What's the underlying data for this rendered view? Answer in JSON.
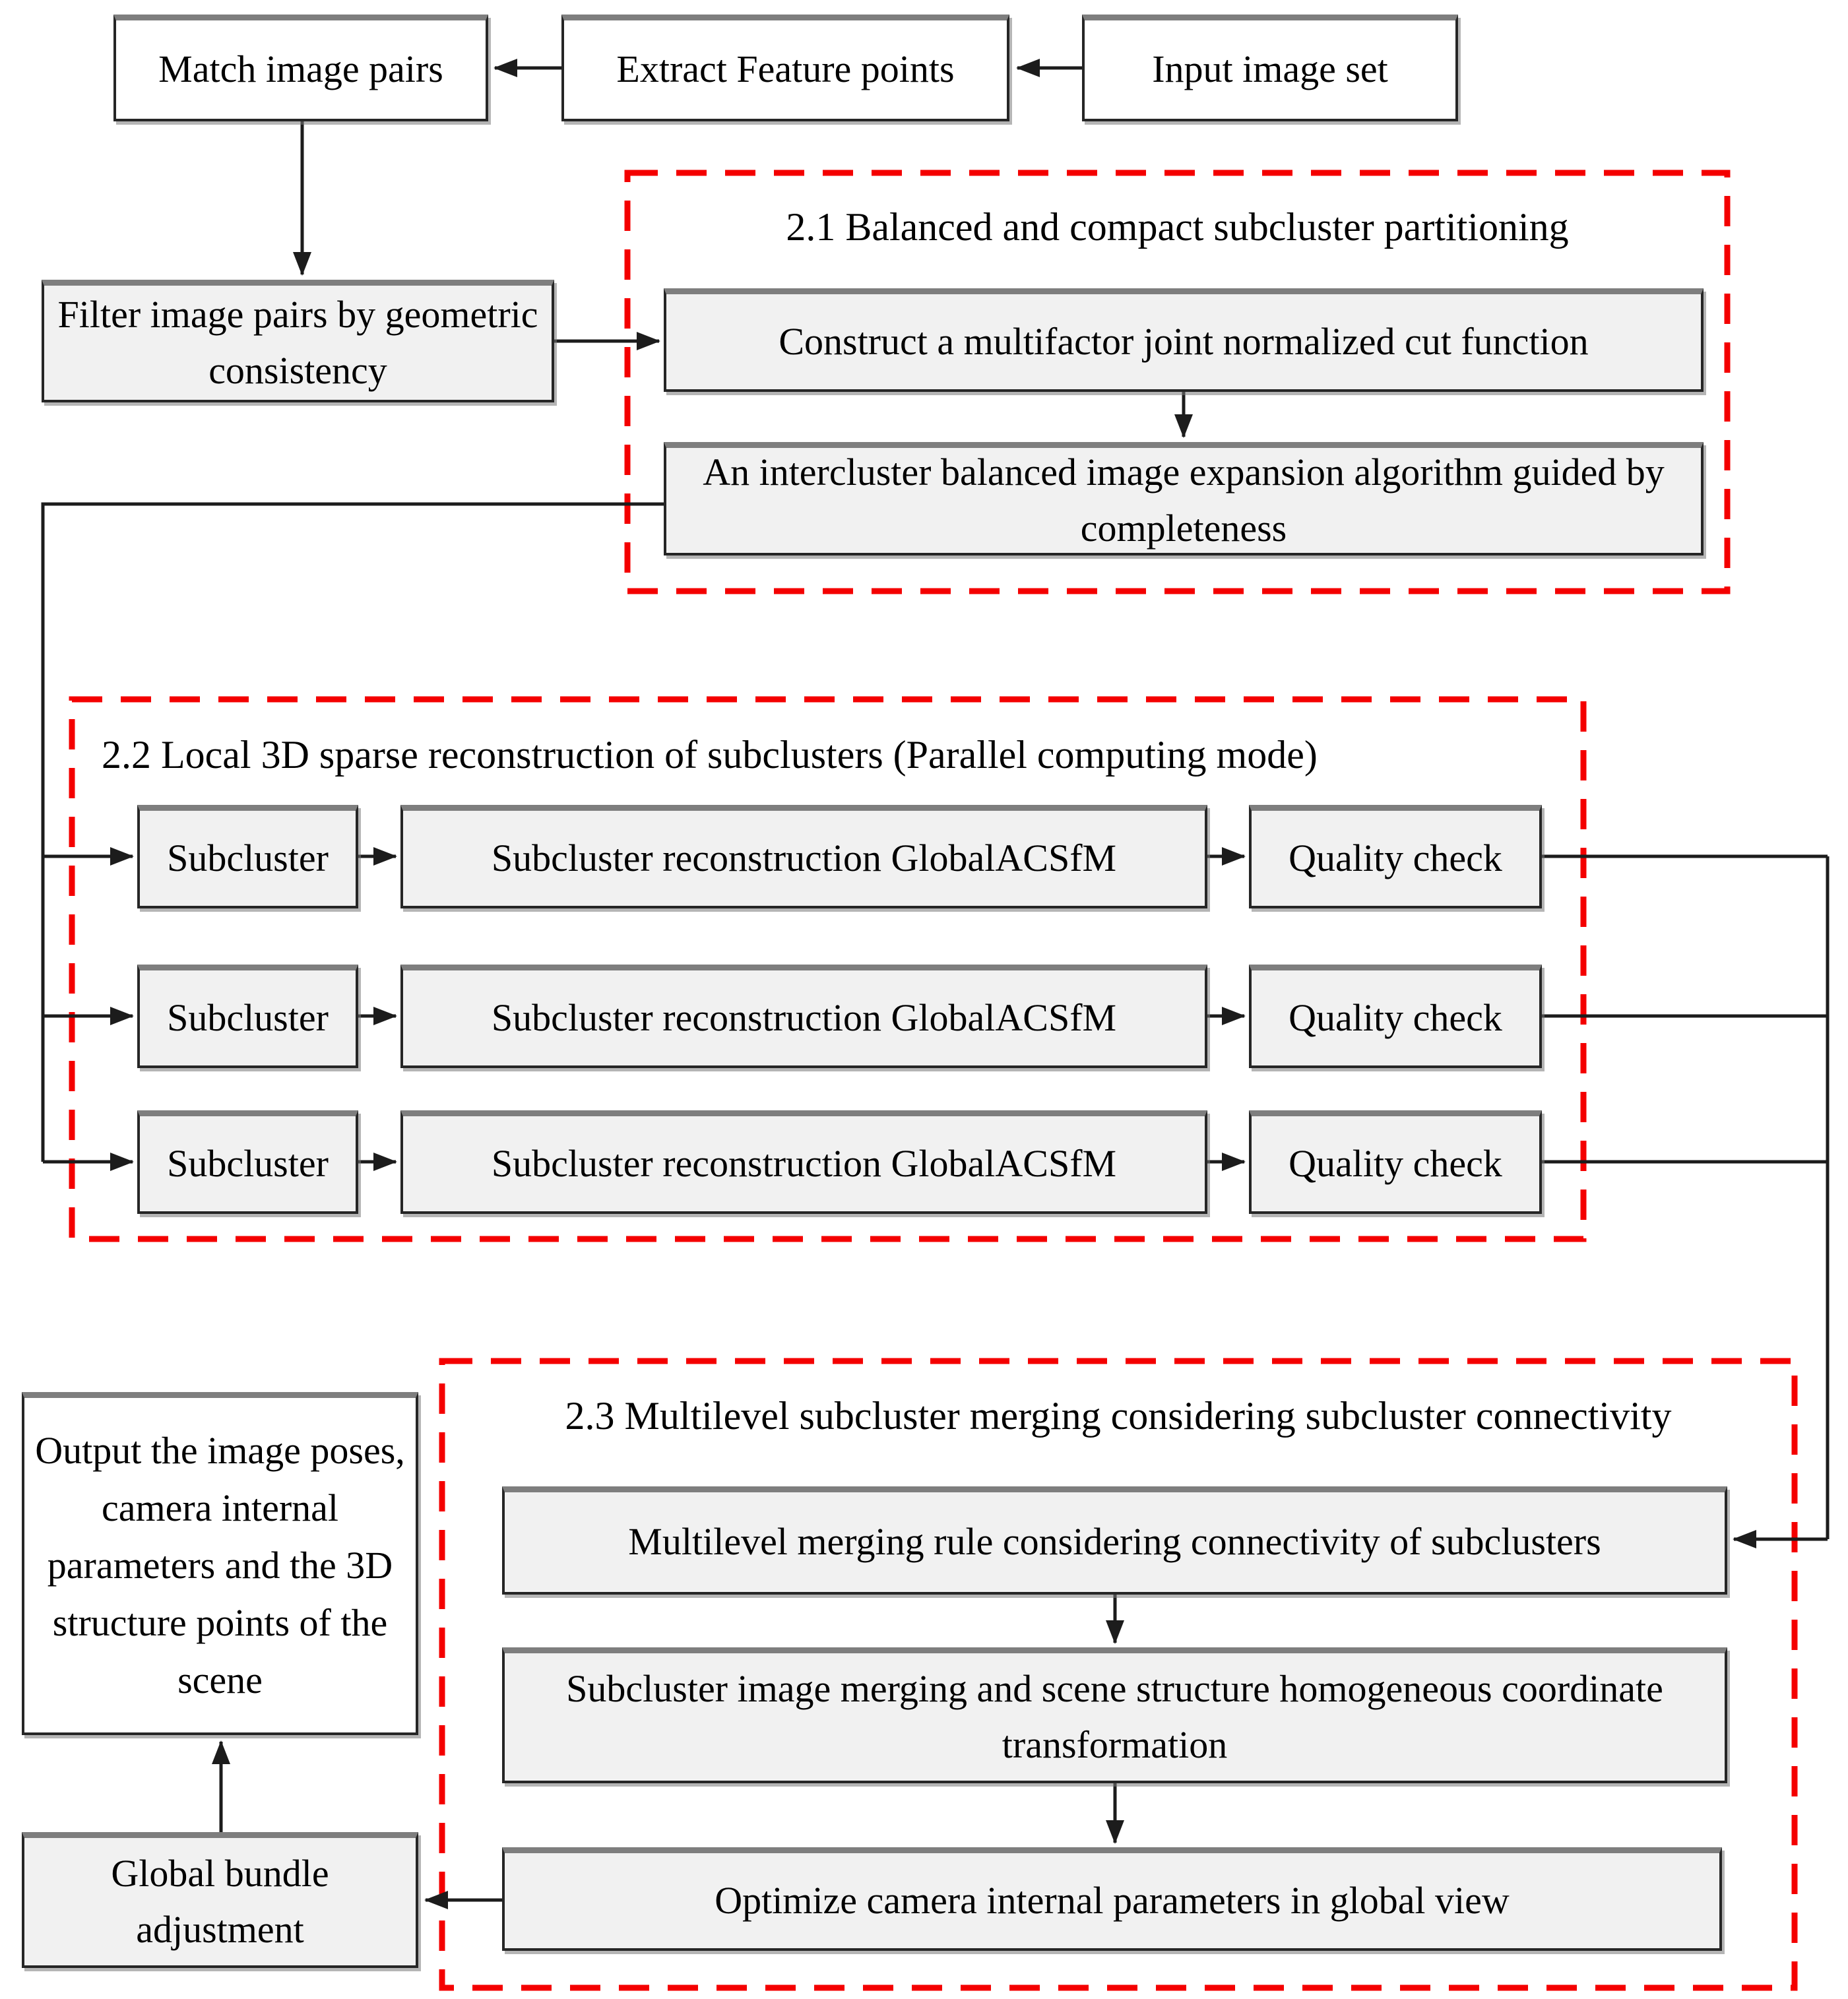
{
  "diagram": {
    "nodes": {
      "input": "Input image set",
      "extract": "Extract Feature points",
      "match": "Match image pairs",
      "filter": "Filter image pairs by geometric consistency",
      "output": "Output the image poses, camera internal parameters and the 3D structure points of the scene",
      "global_ba": "Global bundle adjustment"
    },
    "section_2_1": {
      "title": "2.1 Balanced and compact subcluster partitioning",
      "construct": "Construct a multifactor joint normalized cut function",
      "expansion": "An intercluster balanced image expansion algorithm guided by completeness"
    },
    "section_2_2": {
      "title": "2.2 Local 3D sparse reconstruction of subclusters (Parallel computing mode)",
      "rows": [
        {
          "subcluster": "Subcluster",
          "reconstruction": "Subcluster reconstruction GlobalACSfM",
          "quality": "Quality check"
        },
        {
          "subcluster": "Subcluster",
          "reconstruction": "Subcluster reconstruction GlobalACSfM",
          "quality": "Quality check"
        },
        {
          "subcluster": "Subcluster",
          "reconstruction": "Subcluster reconstruction GlobalACSfM",
          "quality": "Quality check"
        }
      ]
    },
    "section_2_3": {
      "title": "2.3 Multilevel subcluster merging considering subcluster connectivity",
      "merge_rule": "Multilevel merging rule considering connectivity of subclusters",
      "image_merging": "Subcluster image merging and scene structure homogeneous coordinate transformation",
      "optimize": "Optimize camera internal parameters in global view"
    },
    "colors": {
      "dashed_box_red": "#f40000",
      "node_fill_gray": "#f1f1f1",
      "node_fill_white": "#ffffff",
      "node_border": "#262626",
      "connector": "#1c1c1c"
    }
  }
}
